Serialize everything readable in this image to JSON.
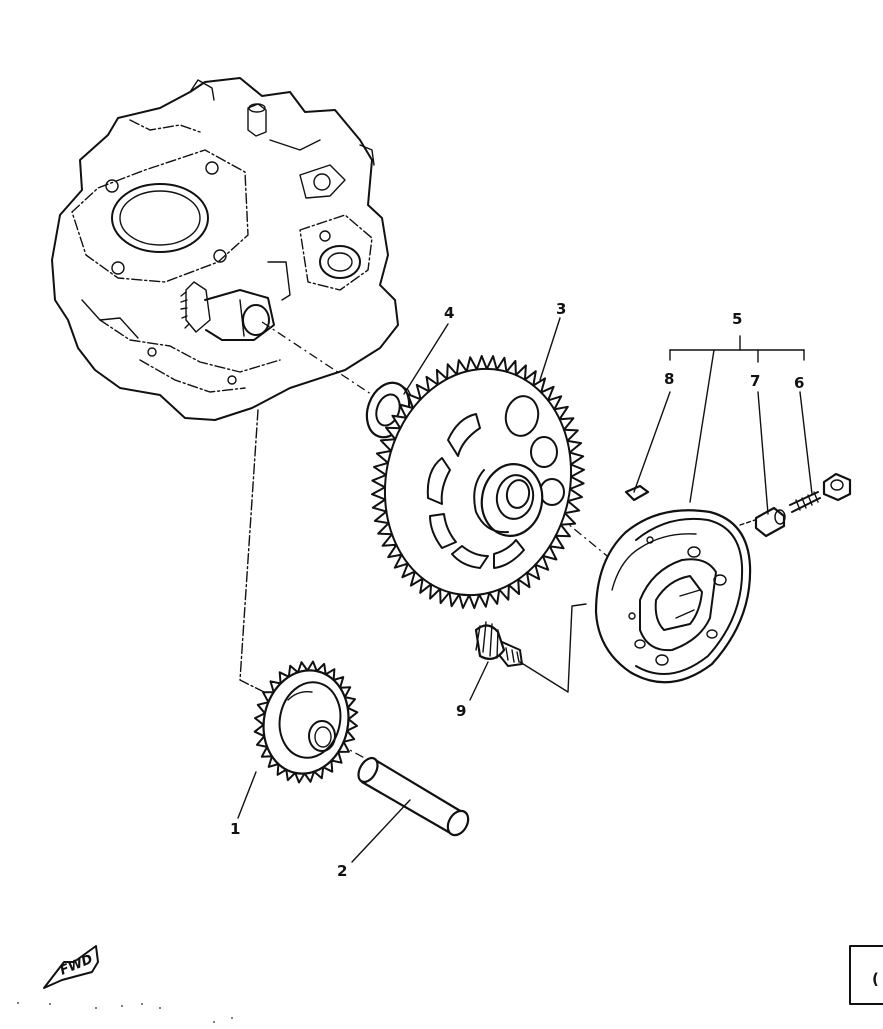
{
  "diagram": {
    "parts": [
      {
        "id": "part-1",
        "label": "1"
      },
      {
        "id": "part-2",
        "label": "2"
      },
      {
        "id": "part-3",
        "label": "3"
      },
      {
        "id": "part-4",
        "label": "4"
      },
      {
        "id": "part-5",
        "label": "5"
      },
      {
        "id": "part-6",
        "label": "6"
      },
      {
        "id": "part-7",
        "label": "7"
      },
      {
        "id": "part-8",
        "label": "8"
      },
      {
        "id": "part-9",
        "label": "9"
      }
    ],
    "forward_marker": "FWD",
    "page_tab_text": "("
  }
}
